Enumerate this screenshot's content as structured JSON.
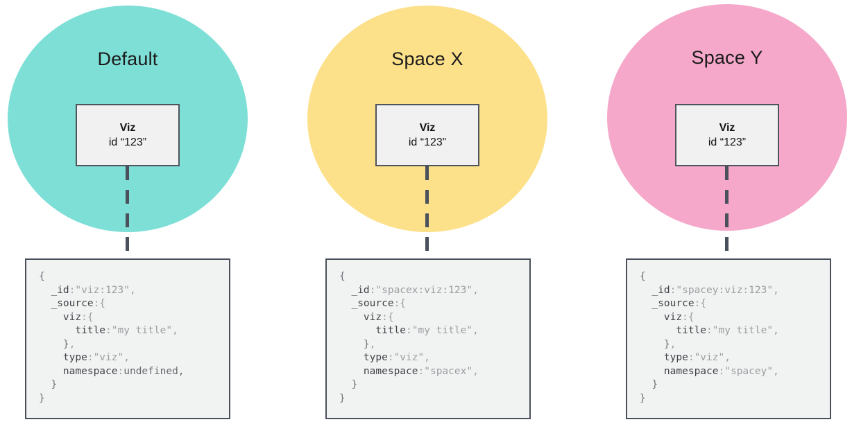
{
  "diagram": {
    "connector_color": "#4a515c",
    "code_colors": {
      "key": "#3f4347",
      "punc": "#9b9ea1",
      "str": "#9b9ea1",
      "brace": "#6f7378",
      "undef": "#66696d"
    },
    "columns": [
      {
        "name": "default",
        "title": "Default",
        "circle_color": "#7edfd7",
        "viz_box": {
          "title": "Viz",
          "id_label": "id “123”"
        },
        "code_lines": [
          [
            {
              "c": "brace",
              "v": "{"
            }
          ],
          [
            {
              "c": "key",
              "v": "  _id"
            },
            {
              "c": "punc",
              "v": ":"
            },
            {
              "c": "str",
              "v": "\"viz:123\""
            },
            {
              "c": "punc",
              "v": ","
            }
          ],
          [
            {
              "c": "key",
              "v": "  _source"
            },
            {
              "c": "punc",
              "v": ":{"
            }
          ],
          [
            {
              "c": "key",
              "v": "    viz"
            },
            {
              "c": "punc",
              "v": ":{"
            }
          ],
          [
            {
              "c": "key",
              "v": "      title"
            },
            {
              "c": "punc",
              "v": ":"
            },
            {
              "c": "str",
              "v": "\"my title\""
            },
            {
              "c": "punc",
              "v": ","
            }
          ],
          [
            {
              "c": "brace",
              "v": "    }"
            },
            {
              "c": "punc",
              "v": ","
            }
          ],
          [
            {
              "c": "key",
              "v": "    type"
            },
            {
              "c": "punc",
              "v": ":"
            },
            {
              "c": "str",
              "v": "\"viz\""
            },
            {
              "c": "punc",
              "v": ","
            }
          ],
          [
            {
              "c": "key",
              "v": "    namespace"
            },
            {
              "c": "punc",
              "v": ":"
            },
            {
              "c": "undef",
              "v": "undefined,"
            }
          ],
          [
            {
              "c": "brace",
              "v": "  }"
            }
          ],
          [
            {
              "c": "brace",
              "v": "}"
            }
          ]
        ]
      },
      {
        "name": "space-x",
        "title": "Space X",
        "circle_color": "#fce18a",
        "viz_box": {
          "title": "Viz",
          "id_label": "id “123”"
        },
        "code_lines": [
          [
            {
              "c": "brace",
              "v": "{"
            }
          ],
          [
            {
              "c": "key",
              "v": "  _id"
            },
            {
              "c": "punc",
              "v": ":"
            },
            {
              "c": "str",
              "v": "\"spacex:viz:123\""
            },
            {
              "c": "punc",
              "v": ","
            }
          ],
          [
            {
              "c": "key",
              "v": "  _source"
            },
            {
              "c": "punc",
              "v": ":{"
            }
          ],
          [
            {
              "c": "key",
              "v": "    viz"
            },
            {
              "c": "punc",
              "v": ":{"
            }
          ],
          [
            {
              "c": "key",
              "v": "      title"
            },
            {
              "c": "punc",
              "v": ":"
            },
            {
              "c": "str",
              "v": "\"my title\""
            },
            {
              "c": "punc",
              "v": ","
            }
          ],
          [
            {
              "c": "brace",
              "v": "    }"
            },
            {
              "c": "punc",
              "v": ","
            }
          ],
          [
            {
              "c": "key",
              "v": "    type"
            },
            {
              "c": "punc",
              "v": ":"
            },
            {
              "c": "str",
              "v": "\"viz\""
            },
            {
              "c": "punc",
              "v": ","
            }
          ],
          [
            {
              "c": "key",
              "v": "    namespace"
            },
            {
              "c": "punc",
              "v": ":"
            },
            {
              "c": "str",
              "v": "\"spacex\""
            },
            {
              "c": "punc",
              "v": ","
            }
          ],
          [
            {
              "c": "brace",
              "v": "  }"
            }
          ],
          [
            {
              "c": "brace",
              "v": "}"
            }
          ]
        ]
      },
      {
        "name": "space-y",
        "title": "Space Y",
        "circle_color": "#f5a8c9",
        "viz_box": {
          "title": "Viz",
          "id_label": "id “123”"
        },
        "code_lines": [
          [
            {
              "c": "brace",
              "v": "{"
            }
          ],
          [
            {
              "c": "key",
              "v": "  _id"
            },
            {
              "c": "punc",
              "v": ":"
            },
            {
              "c": "str",
              "v": "\"spacey:viz:123\""
            },
            {
              "c": "punc",
              "v": ","
            }
          ],
          [
            {
              "c": "key",
              "v": "  _source"
            },
            {
              "c": "punc",
              "v": ":{"
            }
          ],
          [
            {
              "c": "key",
              "v": "    viz"
            },
            {
              "c": "punc",
              "v": ":{"
            }
          ],
          [
            {
              "c": "key",
              "v": "      title"
            },
            {
              "c": "punc",
              "v": ":"
            },
            {
              "c": "str",
              "v": "\"my title\""
            },
            {
              "c": "punc",
              "v": ","
            }
          ],
          [
            {
              "c": "brace",
              "v": "    }"
            },
            {
              "c": "punc",
              "v": ","
            }
          ],
          [
            {
              "c": "key",
              "v": "    type"
            },
            {
              "c": "punc",
              "v": ":"
            },
            {
              "c": "str",
              "v": "\"viz\""
            },
            {
              "c": "punc",
              "v": ","
            }
          ],
          [
            {
              "c": "key",
              "v": "    namespace"
            },
            {
              "c": "punc",
              "v": ":"
            },
            {
              "c": "str",
              "v": "\"spacey\""
            },
            {
              "c": "punc",
              "v": ","
            }
          ],
          [
            {
              "c": "brace",
              "v": "  }"
            }
          ],
          [
            {
              "c": "brace",
              "v": "}"
            }
          ]
        ]
      }
    ]
  }
}
